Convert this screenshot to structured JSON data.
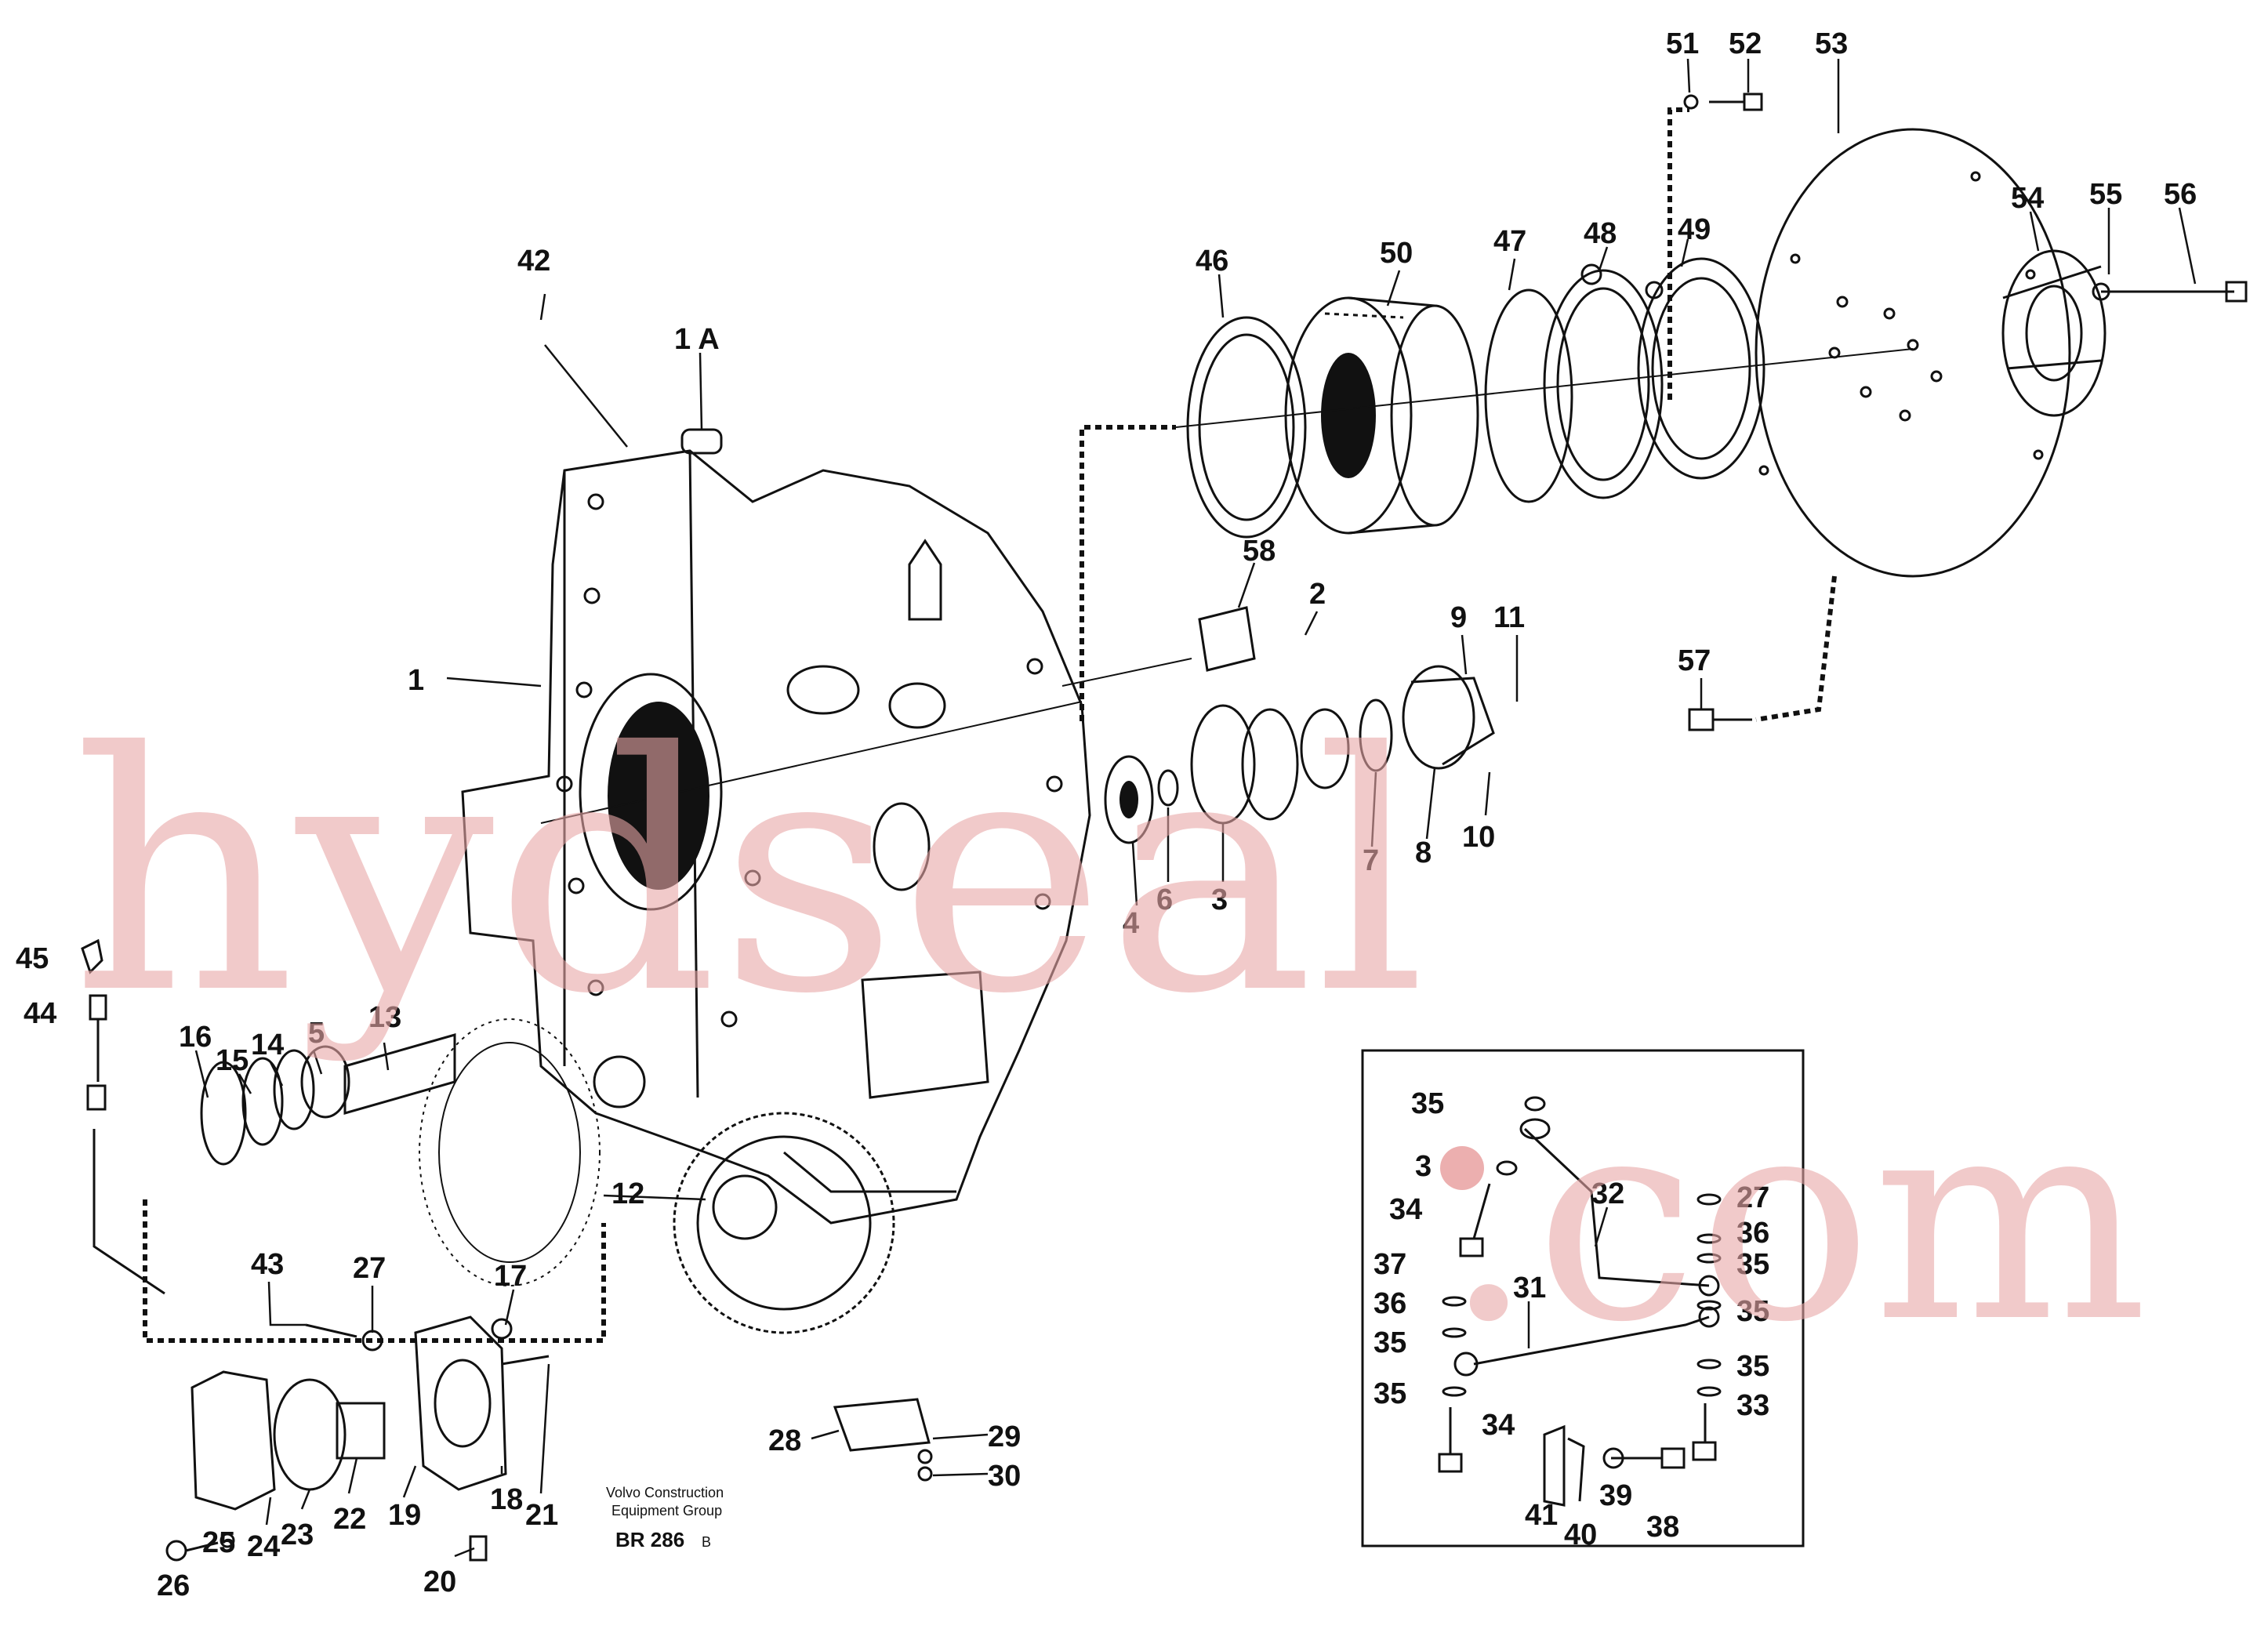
{
  "callouts": [
    {
      "id": "c42",
      "text": "42"
    },
    {
      "id": "c1a",
      "text": "1 A"
    },
    {
      "id": "c1",
      "text": "1"
    },
    {
      "id": "c46",
      "text": "46"
    },
    {
      "id": "c50",
      "text": "50"
    },
    {
      "id": "c47",
      "text": "47"
    },
    {
      "id": "c48",
      "text": "48"
    },
    {
      "id": "c49",
      "text": "49"
    },
    {
      "id": "c51",
      "text": "51"
    },
    {
      "id": "c52",
      "text": "52"
    },
    {
      "id": "c53",
      "text": "53"
    },
    {
      "id": "c54",
      "text": "54"
    },
    {
      "id": "c55",
      "text": "55"
    },
    {
      "id": "c56",
      "text": "56"
    },
    {
      "id": "c58",
      "text": "58"
    },
    {
      "id": "c2",
      "text": "2"
    },
    {
      "id": "c9",
      "text": "9"
    },
    {
      "id": "c11",
      "text": "11"
    },
    {
      "id": "c57",
      "text": "57"
    },
    {
      "id": "c7",
      "text": "7"
    },
    {
      "id": "c8",
      "text": "8"
    },
    {
      "id": "c10",
      "text": "10"
    },
    {
      "id": "c4",
      "text": "4"
    },
    {
      "id": "c6",
      "text": "6"
    },
    {
      "id": "c3",
      "text": "3"
    },
    {
      "id": "c45",
      "text": "45"
    },
    {
      "id": "c44",
      "text": "44"
    },
    {
      "id": "c16",
      "text": "16"
    },
    {
      "id": "c15",
      "text": "15"
    },
    {
      "id": "c14",
      "text": "14"
    },
    {
      "id": "c5",
      "text": "5"
    },
    {
      "id": "c13",
      "text": "13"
    },
    {
      "id": "c12",
      "text": "12"
    },
    {
      "id": "c43",
      "text": "43"
    },
    {
      "id": "c27a",
      "text": "27"
    },
    {
      "id": "c17",
      "text": "17"
    },
    {
      "id": "c21",
      "text": "21"
    },
    {
      "id": "c18",
      "text": "18"
    },
    {
      "id": "c19",
      "text": "19"
    },
    {
      "id": "c22",
      "text": "22"
    },
    {
      "id": "c23",
      "text": "23"
    },
    {
      "id": "c24",
      "text": "24"
    },
    {
      "id": "c25",
      "text": "25"
    },
    {
      "id": "c26",
      "text": "26"
    },
    {
      "id": "c20",
      "text": "20"
    },
    {
      "id": "c28",
      "text": "28"
    },
    {
      "id": "c29",
      "text": "29"
    },
    {
      "id": "c30",
      "text": "30"
    },
    {
      "id": "c35a",
      "text": "35"
    },
    {
      "id": "c3b",
      "text": "3"
    },
    {
      "id": "c34a",
      "text": "34"
    },
    {
      "id": "c32",
      "text": "32"
    },
    {
      "id": "c27b",
      "text": "27"
    },
    {
      "id": "c36a",
      "text": "36"
    },
    {
      "id": "c35b",
      "text": "35"
    },
    {
      "id": "c37",
      "text": "37"
    },
    {
      "id": "c36b",
      "text": "36"
    },
    {
      "id": "c31",
      "text": "31"
    },
    {
      "id": "c35c",
      "text": "35"
    },
    {
      "id": "c35d",
      "text": "35"
    },
    {
      "id": "c35e",
      "text": "35"
    },
    {
      "id": "c35f",
      "text": "35"
    },
    {
      "id": "c33",
      "text": "33"
    },
    {
      "id": "c34b",
      "text": "34"
    },
    {
      "id": "c39",
      "text": "39"
    },
    {
      "id": "c38",
      "text": "38"
    },
    {
      "id": "c41",
      "text": "41"
    },
    {
      "id": "c40",
      "text": "40"
    }
  ],
  "credit": {
    "line1": "Volvo Construction",
    "line2": "Equipment Group",
    "code": "BR 286",
    "code_suffix": "B"
  },
  "watermark": {
    "main": "hydseal",
    "suffix": ".com"
  },
  "colors": {
    "ink": "#111111",
    "watermark": "#e8a6a6",
    "watermark_dot": "#e79b9b"
  }
}
